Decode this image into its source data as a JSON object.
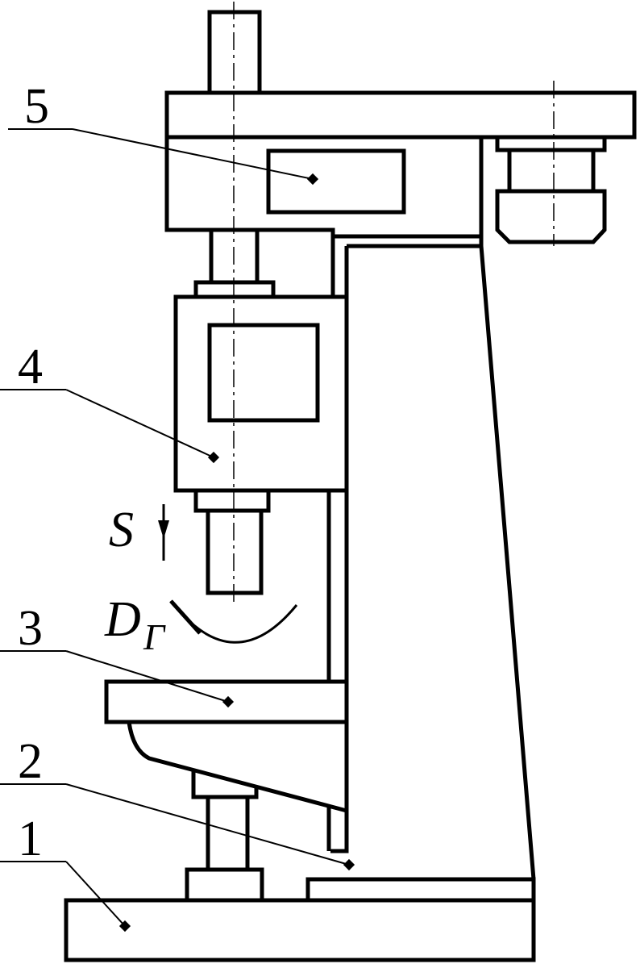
{
  "labels": {
    "base": "1",
    "column_guide": "2",
    "table": "3",
    "spindle_head": "4",
    "gearbox": "5"
  },
  "motions": {
    "feed": "S",
    "rotation_symbol": "D",
    "rotation_subscript": "Г"
  }
}
